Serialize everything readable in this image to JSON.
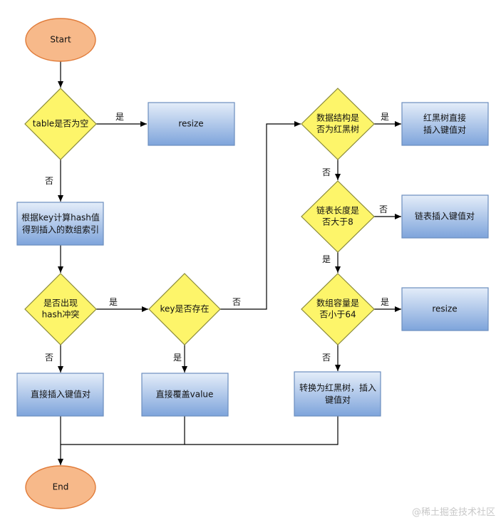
{
  "nodes": {
    "start": "Start",
    "end": "End",
    "table_empty": "table是否为空",
    "resize_top": "resize",
    "calc_hash": [
      "根据key计算hash值",
      "得到插入的数组索引"
    ],
    "hash_conflict": [
      "是否出现",
      "hash冲突"
    ],
    "direct_insert": "直接插入键值对",
    "key_exists": "key是否存在",
    "overwrite": "直接覆盖value",
    "is_tree": [
      "数据结构是",
      "否为红黑树"
    ],
    "tree_insert": [
      "红黑树直接",
      "插入键值对"
    ],
    "list_len": [
      "链表长度是",
      "否大于8"
    ],
    "list_insert": "链表插入键值对",
    "array_cap": [
      "数组容量是",
      "否小于64"
    ],
    "resize_right": "resize",
    "treeify": [
      "转换为红黑树，插入",
      "键值对"
    ]
  },
  "edge_labels": {
    "yes": "是",
    "no": "否"
  },
  "watermark": "@稀土掘金技术社区",
  "colors": {
    "terminal_fill": "#f7b98a",
    "terminal_stroke": "#e07b39",
    "decision_fill": "#fdf56a",
    "decision_stroke": "#8a8a3a",
    "process_fill_top": "#dce8f8",
    "process_fill_bottom": "#7fa6dc",
    "process_stroke": "#6c8ebf"
  }
}
